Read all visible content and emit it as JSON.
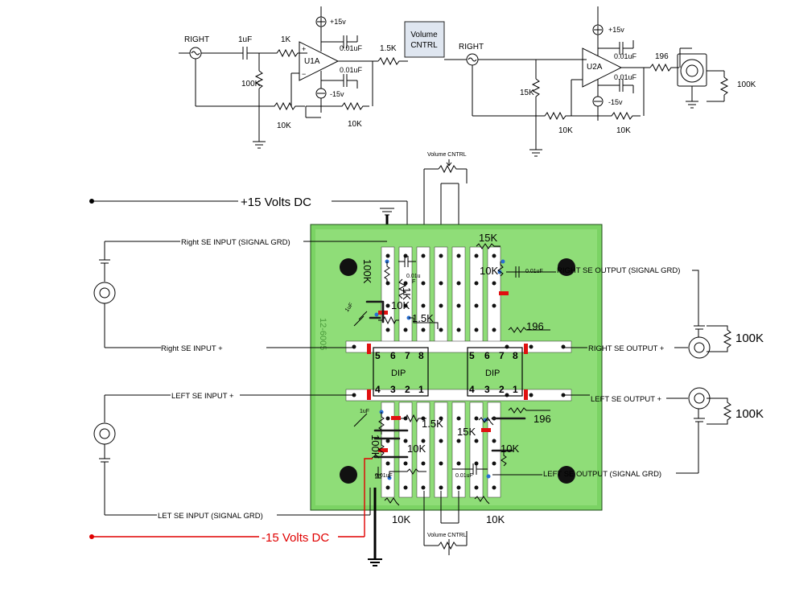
{
  "schematic": {
    "left": {
      "input_label": "RIGHT",
      "cap_in": "1uF",
      "r_in": "1K",
      "r_bias": "100K",
      "opamp": "U1A",
      "v_pos": "+15v",
      "v_neg": "-15v",
      "cap_pos": "0.01uF",
      "cap_neg": "0.01uF",
      "r_fb1": "10K",
      "r_fb2": "10K",
      "r_out": "1.5K"
    },
    "volume_box": [
      "Volume",
      "CNTRL"
    ],
    "right": {
      "input_label": "RIGHT",
      "r_bias": "15K",
      "opamp": "U2A",
      "v_pos": "+15v",
      "v_neg": "-15v",
      "cap_pos": "0.01uF",
      "cap_neg": "0.01uF",
      "r_out": "196",
      "r_fb1": "10K",
      "r_fb2": "10K",
      "r_load": "100K"
    }
  },
  "wiring": {
    "volume_top": "Volume CNTRL",
    "volume_bottom": "Volume CNTRL",
    "pos_supply": "+15 Volts DC",
    "neg_supply": "-15 Volts DC",
    "right_in_grd": "Right SE INPUT (SIGNAL GRD)",
    "right_in_plus": "Right  SE INPUT +",
    "left_in_plus": "LEFT SE INPUT +",
    "left_in_grd": "LET SE INPUT (SIGNAL GRD)",
    "right_out_grd": "RIGHT SE OUTPUT (SIGNAL GRD)",
    "right_out_plus": "RIGHT  SE OUTPUT +",
    "left_out_plus": "LEFT SE OUTPUT +",
    "left_out_grd": "LEFT  SE OUTPUT (SIGNAL GRD)",
    "load_right": "100K",
    "load_left": "100K"
  },
  "board": {
    "vertical_text": "12-6005",
    "dip_label": "DIP",
    "dip_top_pins": [
      "5",
      "6",
      "7",
      "8"
    ],
    "dip_bottom_pins": [
      "4",
      "3",
      "2",
      "1"
    ],
    "labels": {
      "r15k_top": "15K",
      "r100k_top": "100K",
      "c001_top": "0.01u",
      "c001_top_sub": "F",
      "r10k_a": "10K",
      "r10k_b": "10K",
      "c001_rt": "0.01uF",
      "r1k": "1K",
      "c1uf_top": "1uF",
      "r15_top": "1.5K",
      "r196_top": "196",
      "c1uf_bot": "1uF",
      "r15_bot": "1.5K",
      "r15k_bot": "15K",
      "r100k_bot": "100K",
      "r10k_c": "10K",
      "r10k_d": "10K",
      "r196_bot": "196",
      "c001_bl": "0.01uF",
      "c001_br": "0.01uF",
      "r10k_e": "10K",
      "r10k_f": "10K"
    }
  }
}
